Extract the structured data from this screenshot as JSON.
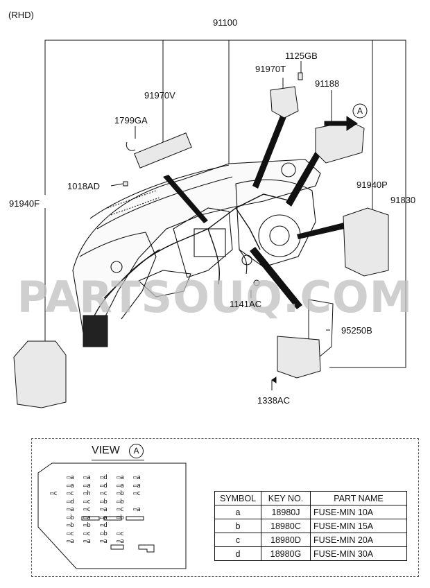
{
  "header": {
    "variant": "(RHD)"
  },
  "parts": {
    "p91100": "91100",
    "p1125GB": "1125GB",
    "p91970T": "91970T",
    "p91188": "91188",
    "p91970V": "91970V",
    "p1799GA": "1799GA",
    "p1018AD": "1018AD",
    "p91940F": "91940F",
    "p91940P": "91940P",
    "p91830": "91830",
    "p1141AC": "1141AC",
    "p95250B": "95250B",
    "p1338AC": "1338AC"
  },
  "callout": {
    "letter": "A"
  },
  "watermark": "PARTSOUQ.COM",
  "view": {
    "title": "VIEW",
    "letter": "A",
    "fuse_rows": [
      [
        "a",
        "a",
        "d",
        "a",
        "a"
      ],
      [
        "a",
        "a",
        "d",
        "a",
        "a"
      ],
      [
        "c",
        "c",
        "h",
        "c",
        "b",
        "c"
      ],
      [
        "d",
        "c",
        "b",
        "b"
      ],
      [
        "a",
        "c",
        "a",
        "c",
        "a"
      ],
      [
        "b",
        "a",
        "a",
        "b"
      ],
      [
        "b",
        "b",
        "d"
      ],
      [
        "c",
        "c",
        "b",
        "c"
      ],
      [
        "a",
        "a",
        "a",
        "a"
      ]
    ]
  },
  "legend": {
    "headers": [
      "SYMBOL",
      "KEY NO.",
      "PART NAME"
    ],
    "rows": [
      [
        "a",
        "18980J",
        "FUSE-MIN 10A"
      ],
      [
        "b",
        "18980C",
        "FUSE-MIN 15A"
      ],
      [
        "c",
        "18980D",
        "FUSE-MIN 20A"
      ],
      [
        "d",
        "18980G",
        "FUSE-MIN 30A"
      ]
    ]
  }
}
